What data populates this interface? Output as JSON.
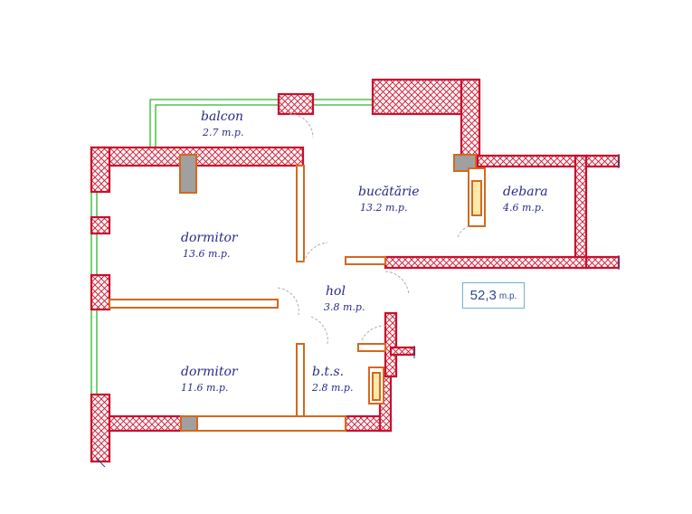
{
  "plan": {
    "colors": {
      "exterior_wall": "#c8102e",
      "interior_wall": "#d2691e",
      "column": "#a0a0a0",
      "glazing": "#2db82d",
      "label": "#2a2a8a",
      "total_border": "#6fb3c8"
    },
    "rooms": [
      {
        "id": "balcon",
        "name": "balcon",
        "area": "2.7 m.p."
      },
      {
        "id": "bucatarie",
        "name": "bucătărie",
        "area": "13.2 m.p."
      },
      {
        "id": "debara",
        "name": "debara",
        "area": "4.6 m.p."
      },
      {
        "id": "dormitor-1",
        "name": "dormitor",
        "area": "13.6 m.p."
      },
      {
        "id": "hol",
        "name": "hol",
        "area": "3.8 m.p."
      },
      {
        "id": "dormitor-2",
        "name": "dormitor",
        "area": "11.6 m.p."
      },
      {
        "id": "bts",
        "name": "b.t.s.",
        "area": "2.8 m.p."
      }
    ],
    "total": {
      "value": "52,3",
      "unit": "m.p."
    }
  }
}
